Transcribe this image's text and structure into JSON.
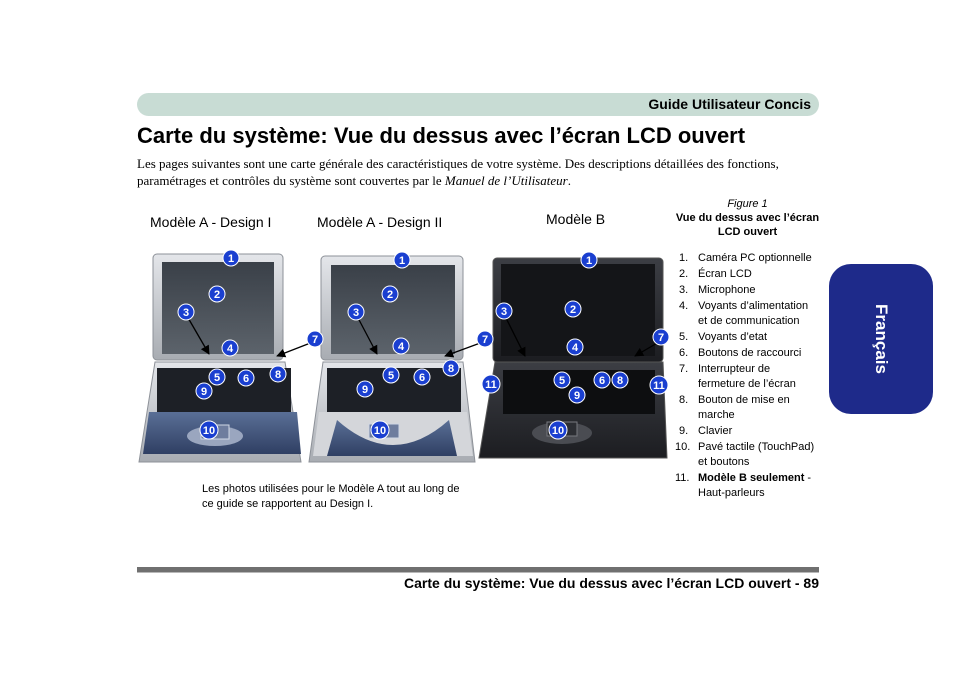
{
  "header": {
    "title": "Guide Utilisateur Concis"
  },
  "page_title": "Carte du système: Vue du dessus avec l’écran LCD ouvert",
  "intro": {
    "text": "Les pages suivantes sont une carte générale des caractéristiques de votre système. Des descriptions détaillées des fonctions, paramétrages et contrôles du système sont couvertes par le ",
    "manual": "Manuel de l’Utilisateur",
    "end": "."
  },
  "models": {
    "a1": "Modèle A - Design I",
    "a2": "Modèle A - Design II",
    "b": "Modèle B"
  },
  "photo_caption": "Les photos utilisées pour le Modèle A tout au long de ce guide se rapportent au Design I.",
  "figure": {
    "number": "Figure  1",
    "title": "Vue du dessus avec l’écran LCD ouvert",
    "items": [
      {
        "num": "1.",
        "text": "Caméra PC optionnelle"
      },
      {
        "num": "2.",
        "text": "Écran LCD"
      },
      {
        "num": "3.",
        "text": "Microphone"
      },
      {
        "num": "4.",
        "text": "Voyants d’alimentation et de communication"
      },
      {
        "num": "5.",
        "text": "Voyants d’etat"
      },
      {
        "num": "6.",
        "text": "Boutons de raccourci"
      },
      {
        "num": "7.",
        "text": "Interrupteur de fermeture de l’écran"
      },
      {
        "num": "8.",
        "text": "Bouton de mise en marche"
      },
      {
        "num": "9.",
        "text": "Clavier"
      },
      {
        "num": "10.",
        "text": "Pavé tactile (TouchPad) et boutons"
      }
    ],
    "item11": {
      "num": "11.",
      "bold": "Modèle B seulement",
      "text": " - Haut-parleurs"
    }
  },
  "callouts": {
    "n1": "1",
    "n2": "2",
    "n3": "3",
    "n4": "4",
    "n5": "5",
    "n6": "6",
    "n7": "7",
    "n8": "8",
    "n9": "9",
    "n10": "10",
    "n11": "11"
  },
  "side_tab": "Français",
  "footer": {
    "title": "Carte du système: Vue du dessus avec l’écran LCD ouvert  -  89"
  },
  "colors": {
    "header_bar": "#c8dcd4",
    "tab": "#1e2a8a",
    "callout": "#1a3fd0"
  }
}
